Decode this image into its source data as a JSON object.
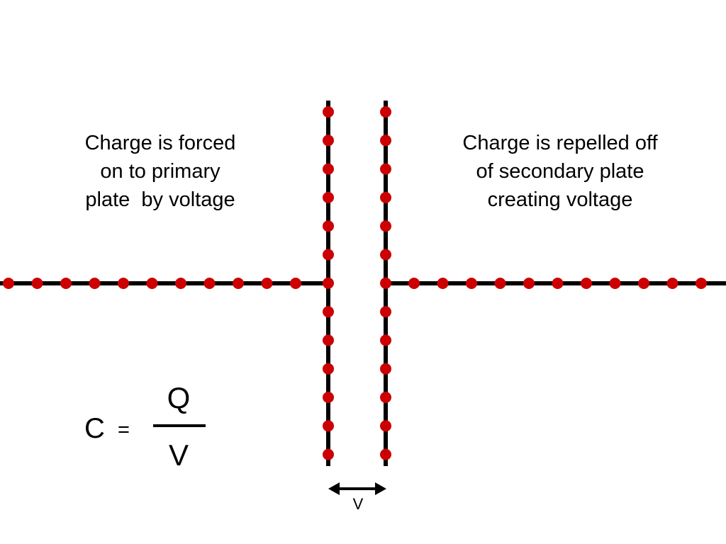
{
  "captions": {
    "left": "Charge is forced\non to primary\nplate  by voltage",
    "right": "Charge is repelled off\nof secondary plate\ncreating voltage"
  },
  "formula": {
    "lhs": "C",
    "equals": "=",
    "numerator": "Q",
    "denominator": "V"
  },
  "gap_label": "V",
  "colors": {
    "wire": "#000000",
    "charge": "#cc0000"
  },
  "icons": {
    "gap_arrow": "double-headed-arrow-icon"
  }
}
